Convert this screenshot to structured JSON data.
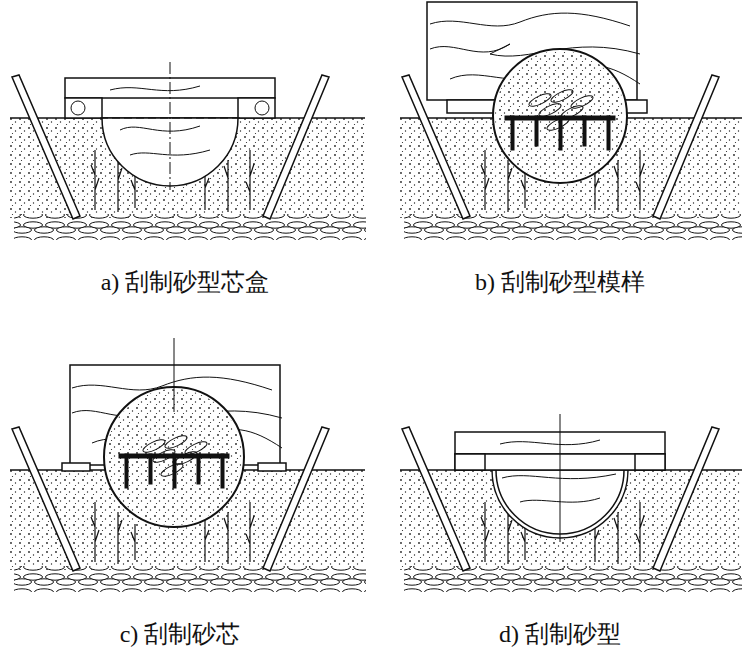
{
  "diagram": {
    "labels": [
      "a) 刮制砂型芯盒",
      "b) 刮制砂型模样",
      "c) 刮制砂芯",
      "d) 刮制砂型"
    ]
  }
}
